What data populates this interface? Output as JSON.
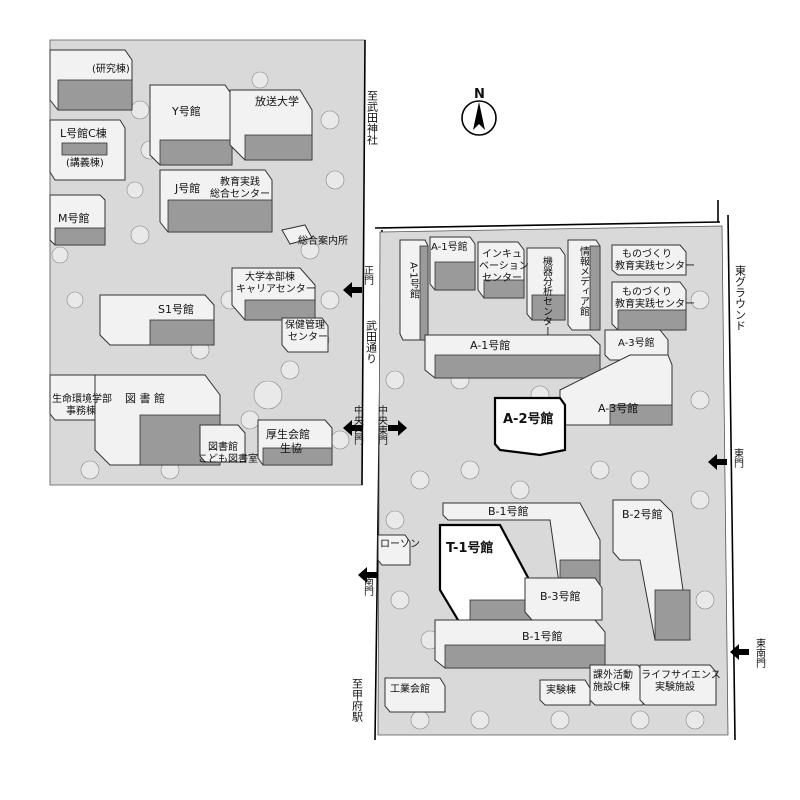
{
  "compass": {
    "label": "N"
  },
  "gates": {
    "main_gate": "正門",
    "chuo_west_gate": "中央西門",
    "chuo_east_gate": "中央東門",
    "south_gate": "南門",
    "east_gate": "東門",
    "east_south_gate": "東南門"
  },
  "roads": {
    "to_takeda_shrine": "至武田神社",
    "takeda_dori": "武田通り",
    "to_kofu_station": "至甲府駅",
    "east_ground": "東グラウンド"
  },
  "west_campus": {
    "kenkyu_to": "(研究棟)",
    "l_gokan_c": "L号館C棟",
    "kogi_to": "(講義棟)",
    "m_gokan": "M号館",
    "y_gokan": "Y号館",
    "hoso_daigaku": "放送大学",
    "j_gokan": "J号館",
    "kyoiku_jissen_1": "教育実践",
    "kyoiku_jissen_2": "総合センター",
    "sogo_annaisho": "総合案内所",
    "honbu_1": "大学本部棟",
    "honbu_2": "キャリアセンター",
    "s1_gokan": "S1号館",
    "hoken_1": "保健管理",
    "hoken_2": "センター",
    "seimei_1": "生命環境学部",
    "seimei_2": "事務棟",
    "toshokan": "図 書 館",
    "kodomo_1": "図書館",
    "kodomo_2": "こども図書室",
    "kosei_1": "厚生会館",
    "kosei_2": "生協"
  },
  "east_campus": {
    "a1_vertical": "A-1号館",
    "a1_top": "A-1号館",
    "incubation_1": "インキュ",
    "incubation_2": "ベーション",
    "incubation_3": "センター",
    "kiki_bunseki": "機器分析センター",
    "joho_media": "情報メディア館",
    "monozukuri_1a": "ものづくり",
    "monozukuri_1b": "教育実践センター",
    "monozukuri_2a": "ものづくり",
    "monozukuri_2b": "教育実践センター",
    "a3_small": "A-3号館",
    "a1_long": "A-1号館",
    "a2_gokan": "A-2号館",
    "a3_gokan": "A-3号館",
    "b1_top": "B-1号館",
    "b2_gokan": "B-2号館",
    "lawson": "ローソン",
    "t1_gokan": "T-1号館",
    "b3_gokan": "B-3号館",
    "b1_bottom": "B-1号館",
    "kogyo_kaikan": "工業会館",
    "jikken_to": "実験棟",
    "kagai_1": "課外活動",
    "kagai_2": "施設C棟",
    "life_1": "ライフサイエンス",
    "life_2": "実験施設"
  },
  "colors": {
    "building": "#f2f2f2",
    "ground": "#d9d9d9",
    "highlight": "#000000"
  }
}
